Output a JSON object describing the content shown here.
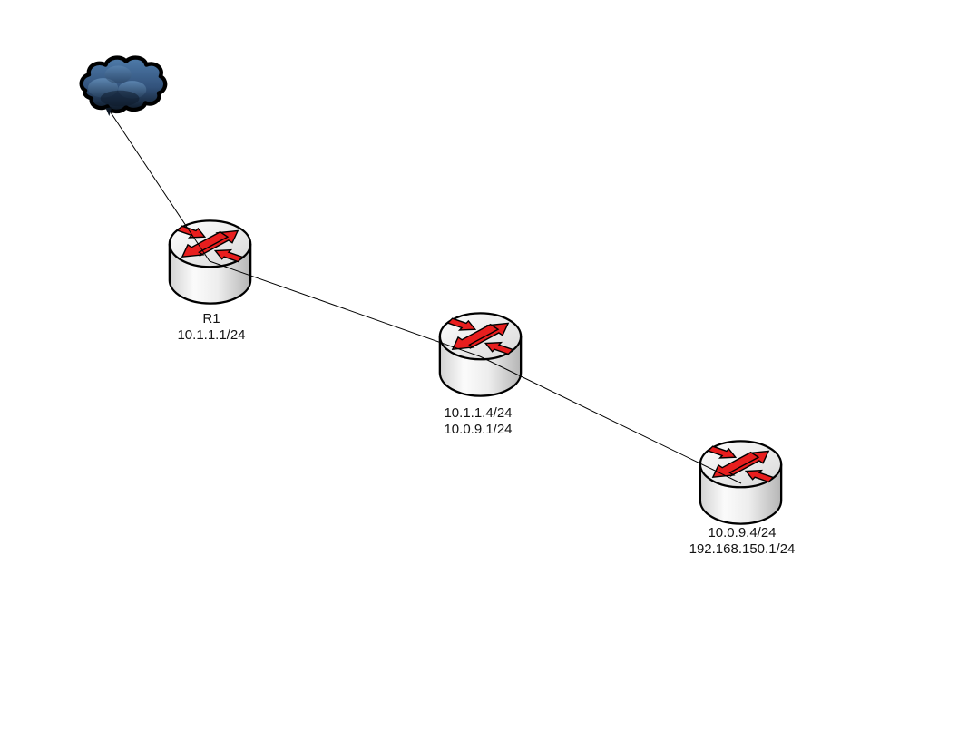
{
  "canvas": {
    "background": "#ffffff",
    "link_color": "#000000",
    "label_text_color": "#141414"
  },
  "colors": {
    "router_arrow_red": "#e81e1e",
    "router_body_light": "#fbfbfb",
    "router_body_dark": "#b5b5b5",
    "cloud_blue_light": "#4f7cab",
    "cloud_blue_dark": "#0c1622",
    "outline": "#000000"
  },
  "nodes": [
    {
      "id": "internet-cloud",
      "type": "cloud",
      "labels": []
    },
    {
      "id": "r1",
      "type": "router",
      "labels": [
        "R1",
        "10.1.1.1/24"
      ]
    },
    {
      "id": "r2",
      "type": "router",
      "labels": [
        "10.1.1.4/24",
        "10.0.9.1/24"
      ]
    },
    {
      "id": "r3",
      "type": "router",
      "labels": [
        "10.0.9.4/24",
        "192.168.150.1/24"
      ]
    }
  ],
  "links": [
    {
      "from": "internet-cloud",
      "to": "r1"
    },
    {
      "from": "r1",
      "to": "r2"
    },
    {
      "from": "r2",
      "to": "r3"
    }
  ]
}
